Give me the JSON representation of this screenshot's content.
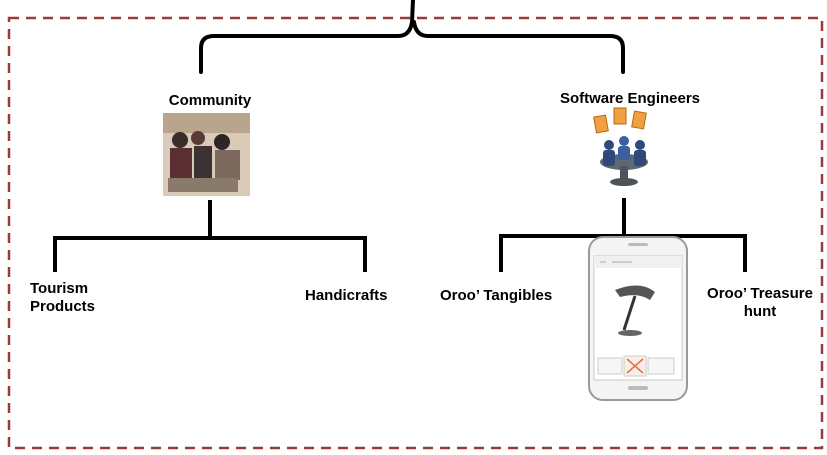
{
  "diagram": {
    "community": {
      "label": "Community",
      "image": "community-photo"
    },
    "software_engineers": {
      "label": "Software Engineers",
      "image": "engineers-meeting-icon"
    },
    "children": {
      "tourism": {
        "label": "Tourism\nProducts"
      },
      "handicrafts": {
        "label": "Handicrafts"
      },
      "tangibles": {
        "label": "Oroo’ Tangibles"
      },
      "treasure": {
        "label": "Oroo’ Treasure\nhunt"
      }
    },
    "phone": {
      "image": "smartphone-mockup"
    }
  },
  "colors": {
    "border": "#9a3b3b",
    "lines": "#000000"
  }
}
